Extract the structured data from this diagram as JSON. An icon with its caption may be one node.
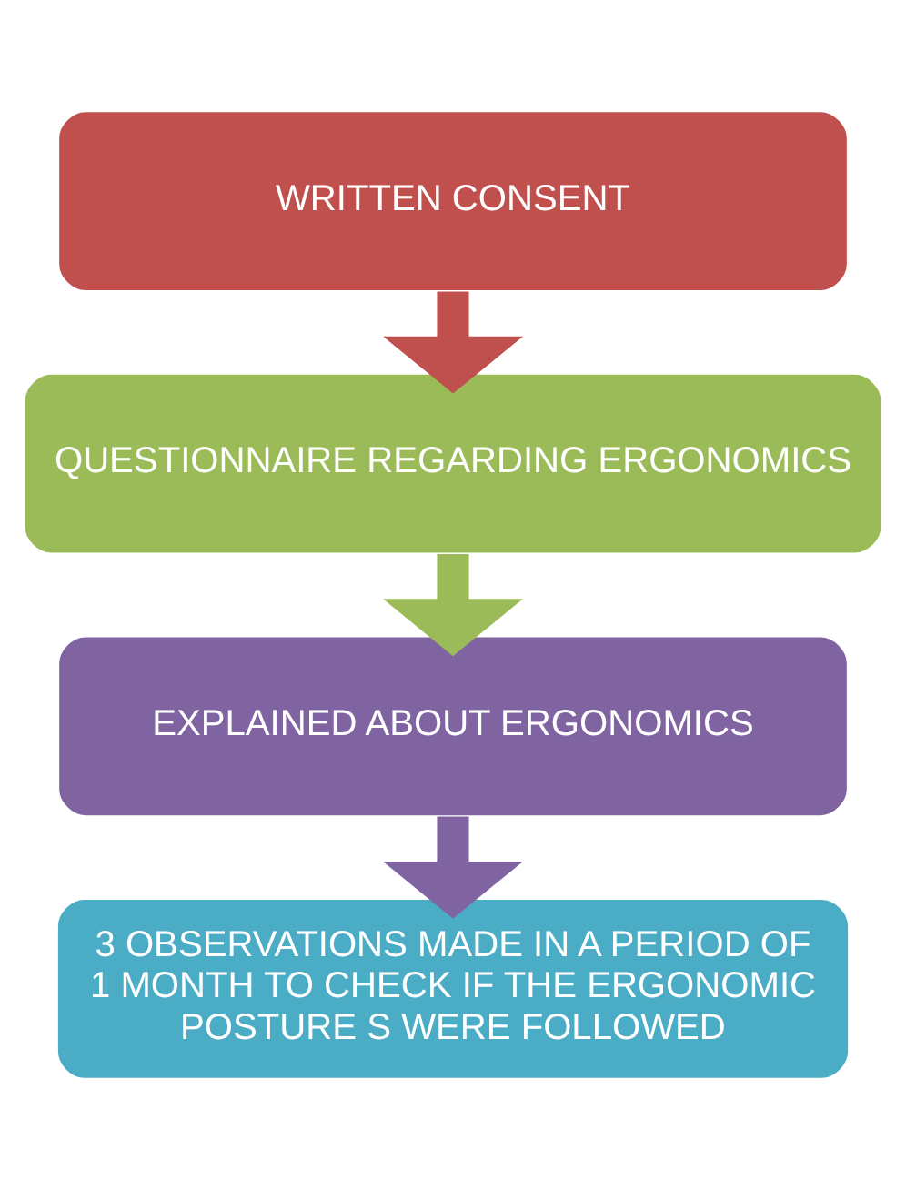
{
  "diagram": {
    "nodes": [
      {
        "text": [
          "WRITTEN CONSENT"
        ]
      },
      {
        "text": [
          "QUESTIONNAIRE REGARDING ERGONOMICS"
        ]
      },
      {
        "text": [
          "EXPLAINED ABOUT ERGONOMICS"
        ]
      },
      {
        "text": [
          "3 OBSERVATIONS MADE IN A PERIOD OF 1 MONTH TO CHECK IF THE ERGONOMIC POSTURE S WERE FOLLOWED"
        ]
      }
    ],
    "edges": [
      {
        "from": 0,
        "to": 1,
        "arrow": "to",
        "color": "#c0504d"
      },
      {
        "from": 1,
        "to": 2,
        "arrow": "to",
        "color": "#9bbb59"
      },
      {
        "from": 2,
        "to": 3,
        "arrow": "to",
        "color": "#8064a2"
      }
    ]
  }
}
